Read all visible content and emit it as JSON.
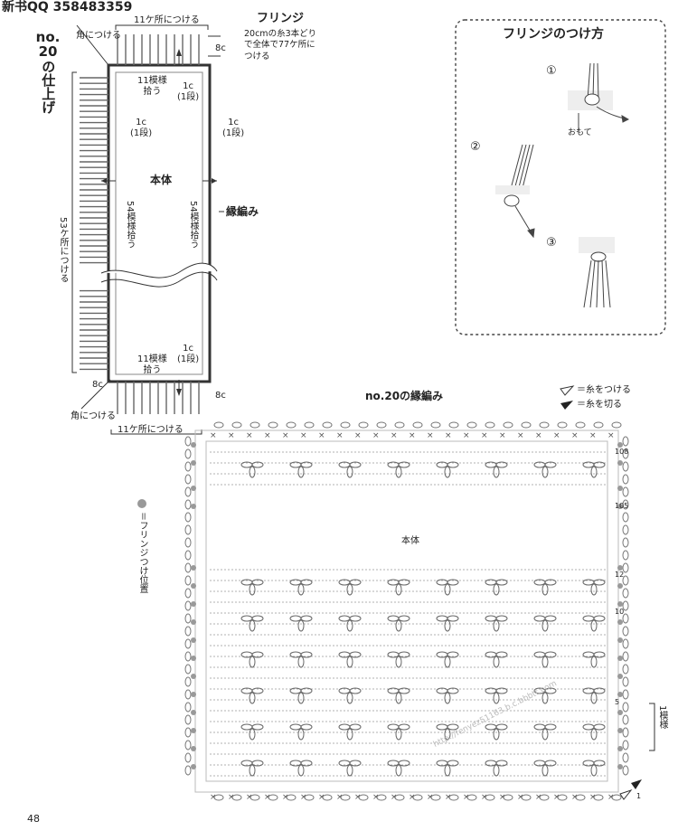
{
  "header": {
    "watermark": "新书QQ 358483359"
  },
  "page_number": "48",
  "finishing": {
    "title_no": "no.",
    "title_num": "20",
    "title_rest": "の仕上げ",
    "label_11_top": "11ケ所につける",
    "label_corner_top": "角につける",
    "label_8c_top": "8c",
    "fringe_title": "フリンジ",
    "fringe_note": [
      "20cmの糸3本どり",
      "で全体で77ケ所に",
      "つける"
    ],
    "label_11patterns_top": [
      "11模様",
      "拾う"
    ],
    "label_1c_top_right": [
      "1c",
      "(1段)"
    ],
    "label_1c_left": [
      "1c",
      "(1段)"
    ],
    "label_1c_right": [
      "1c",
      "(1段)"
    ],
    "label_body": "本体",
    "label_border": "縁編み",
    "label_53": "53ケ所につける",
    "label_54_left": "54模様拾う",
    "label_54_right": "54模様拾う",
    "label_11patterns_bottom": [
      "11模様",
      "拾う"
    ],
    "label_1c_bottom": [
      "1c",
      "(1段)"
    ],
    "label_8c_bottom_left": "8c",
    "label_8c_bottom_right": "8c",
    "label_corner_bottom": "角につける",
    "label_11_bottom": "11ケ所につける"
  },
  "howto": {
    "title": "フリンジのつけ方",
    "step1": "①",
    "step2": "②",
    "step3": "③",
    "omote": "おもて"
  },
  "chart": {
    "title": "no.20の縁編み",
    "legend_attach": "＝糸をつける",
    "legend_cut": "＝糸を切る",
    "fringe_pos": "＝フリンジつけ位置",
    "body_label": "本体",
    "row_108": "108",
    "row_105": "105",
    "row_12": "12",
    "row_10": "10",
    "row_5": "5",
    "row_1": "1",
    "one_pattern": "1模様",
    "site_watermark": "http://fenyez51163.b.c.bbbtt.com"
  }
}
